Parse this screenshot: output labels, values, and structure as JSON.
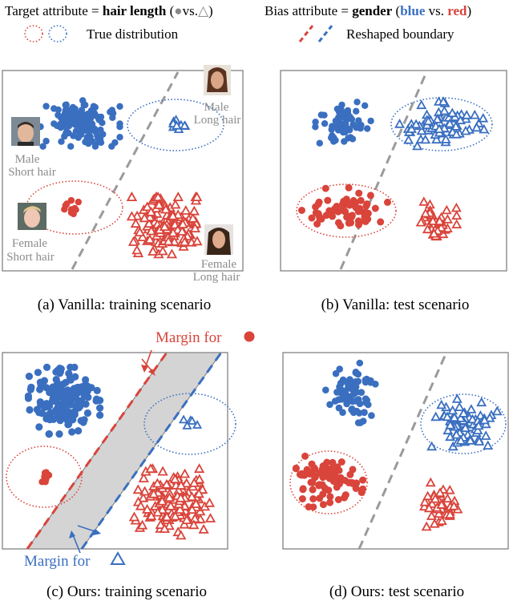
{
  "legend": {
    "target_prefix": "Target attribute = ",
    "target_bold": "hair length",
    "target_open": " (",
    "target_vs": "vs.",
    "target_close": ")",
    "bias_prefix": "Bias attribute = ",
    "bias_bold": "gender",
    "bias_open": " (",
    "bias_blue": "blue",
    "bias_vs": " vs. ",
    "bias_red": "red",
    "bias_close": ")",
    "true_distribution": "True distribution",
    "reshaped_boundary": "Reshaped boundary"
  },
  "panel_a": {
    "caption": "(a) Vanilla: training scenario",
    "male_short_1": "Male",
    "male_short_2": "Short hair",
    "male_long_1": "Male",
    "male_long_2": "Long hair",
    "female_short_1": "Female",
    "female_short_2": "Short hair",
    "female_long_1": "Female",
    "female_long_2": "Long hair"
  },
  "panel_b": {
    "caption": "(b) Vanilla: test scenario"
  },
  "panel_c": {
    "caption": "(c) Ours: training scenario",
    "margin_circle": "Margin for",
    "margin_triangle": "Margin for"
  },
  "panel_d": {
    "caption": "(d) Ours: test scenario"
  },
  "colors": {
    "blue": "#3a6fc0",
    "red": "#d9443b",
    "gray": "#9a9a9a",
    "frame": "#8a8a8a",
    "shade": "#d4d4d4"
  }
}
